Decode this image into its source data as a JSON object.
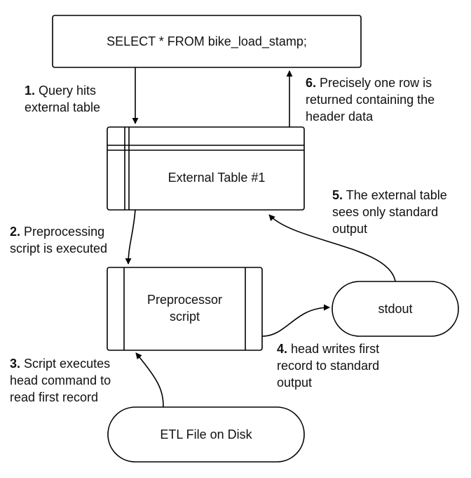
{
  "nodes": {
    "query": "SELECT * FROM bike_load_stamp;",
    "external_table": "External Table #1",
    "preprocessor": [
      "Preprocessor",
      "script"
    ],
    "stdout": "stdout",
    "etl_file": "ETL File on Disk"
  },
  "steps": [
    {
      "num": "1.",
      "lines": [
        "Query hits",
        "external table"
      ]
    },
    {
      "num": "2.",
      "lines": [
        "Preprocessing",
        "script is executed"
      ]
    },
    {
      "num": "3.",
      "lines": [
        "Script executes",
        "head command to",
        "read first record"
      ]
    },
    {
      "num": "4.",
      "lines": [
        "head writes first",
        "record to standard",
        "output"
      ]
    },
    {
      "num": "5.",
      "lines": [
        "The external table",
        "sees only standard",
        "output"
      ]
    },
    {
      "num": "6.",
      "lines": [
        "Precisely one row is",
        "returned containing the",
        "header data"
      ]
    }
  ]
}
